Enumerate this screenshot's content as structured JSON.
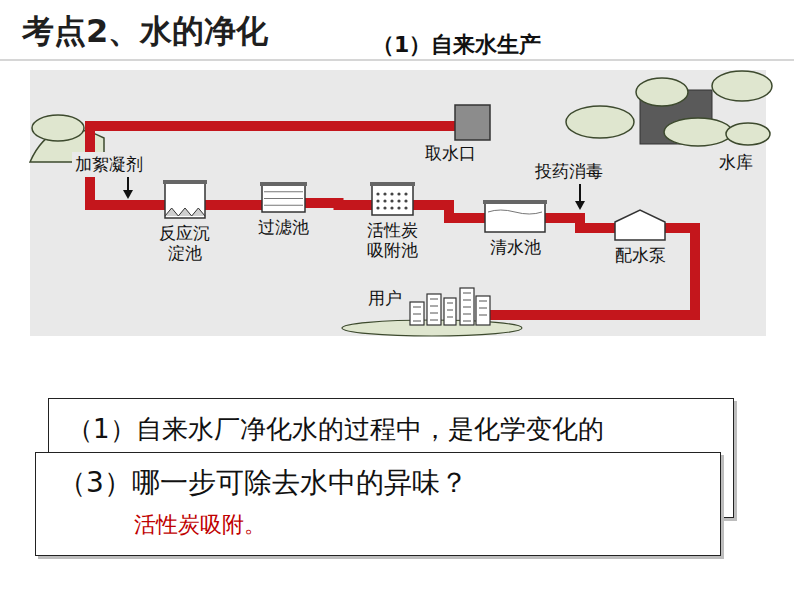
{
  "diagram": {
    "title": "考点2、水的净化",
    "nodes": [
      {
        "text": [
          "取水口"
        ]
      },
      {
        "text": [
          "反应沉淀池"
        ]
      },
      {
        "text": [
          "过滤池"
        ]
      },
      {
        "text": [
          "活性炭吸附池"
        ]
      },
      {
        "text": [
          "清水池"
        ]
      },
      {
        "text": [
          "配水泵"
        ]
      },
      {
        "text": [
          "用户"
        ]
      },
      {
        "text": [
          "（1）自来水厂净化水的过程中，是化学变化的"
        ]
      },
      {
        "text": [
          "（3）哪一步可除去水中的异味？",
          "活性炭吸附。"
        ]
      }
    ],
    "edges": [
      {
        "from": 0,
        "to": 1,
        "arrow": "none"
      },
      {
        "from": 1,
        "to": 2,
        "arrow": "none"
      },
      {
        "from": 2,
        "to": 3,
        "arrow": "none"
      },
      {
        "from": 3,
        "to": 4,
        "arrow": "none"
      },
      {
        "from": 4,
        "to": 5,
        "arrow": "none"
      },
      {
        "from": 5,
        "to": 6,
        "arrow": "none"
      }
    ],
    "labels": [
      "（1）自来水生产",
      "加絮凝剂",
      "投药消毒",
      "水库"
    ]
  }
}
